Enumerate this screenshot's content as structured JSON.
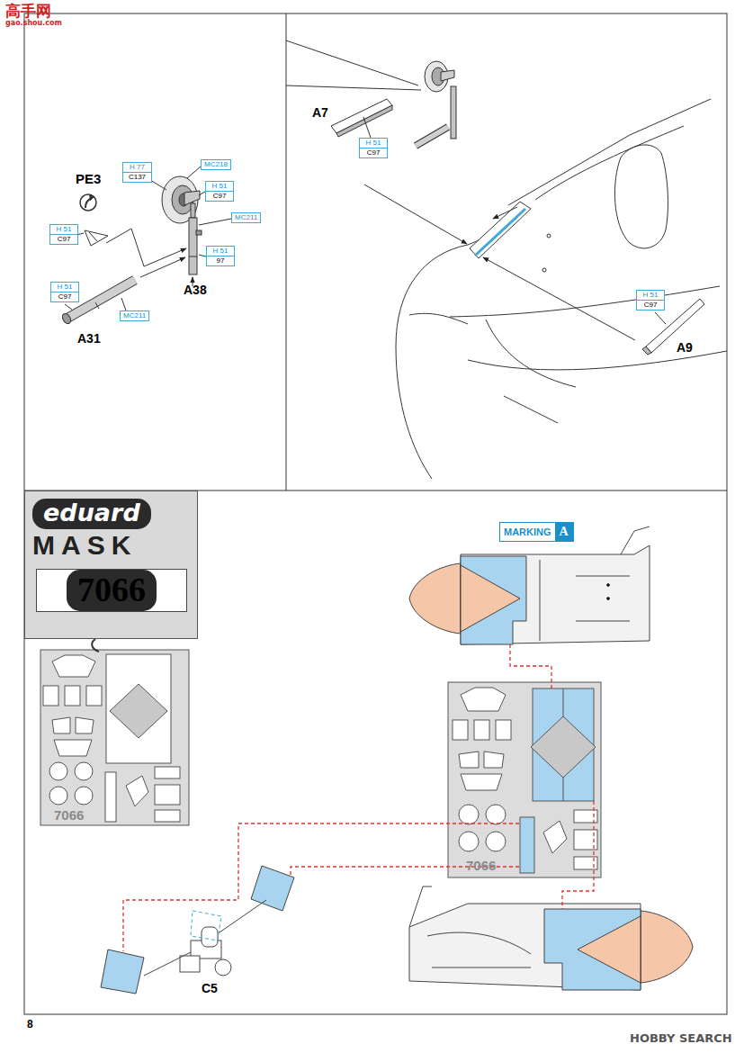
{
  "diagram": {
    "nodes": [
      {
        "text": [
          "MC218"
        ]
      },
      {
        "text": [
          "H 77",
          "C137"
        ]
      },
      {
        "text": [
          "H 51",
          "C97"
        ]
      },
      {
        "text": [
          "MC211"
        ]
      },
      {
        "text": [
          "H 51",
          "C97"
        ]
      },
      {
        "text": [
          "H 51",
          "97"
        ]
      },
      {
        "text": [
          "H 51",
          "C97"
        ]
      },
      {
        "text": [
          "MC211"
        ]
      },
      {
        "text": [
          "H 51",
          "C97"
        ]
      },
      {
        "text": [
          "H 51",
          "C97"
        ]
      },
      {
        "text": [
          "eduard",
          "MASK"
        ]
      },
      {
        "text": [
          "7066"
        ],
        "in": 10
      },
      {
        "text": [
          "MARKING",
          "A"
        ]
      }
    ],
    "labels": [
      "高手网",
      "gao.shou.com",
      "PE3",
      "A38",
      "A31",
      "A7",
      "A9",
      "7066",
      "7066",
      "C5",
      "8",
      "HOBBY SEARCH"
    ]
  }
}
